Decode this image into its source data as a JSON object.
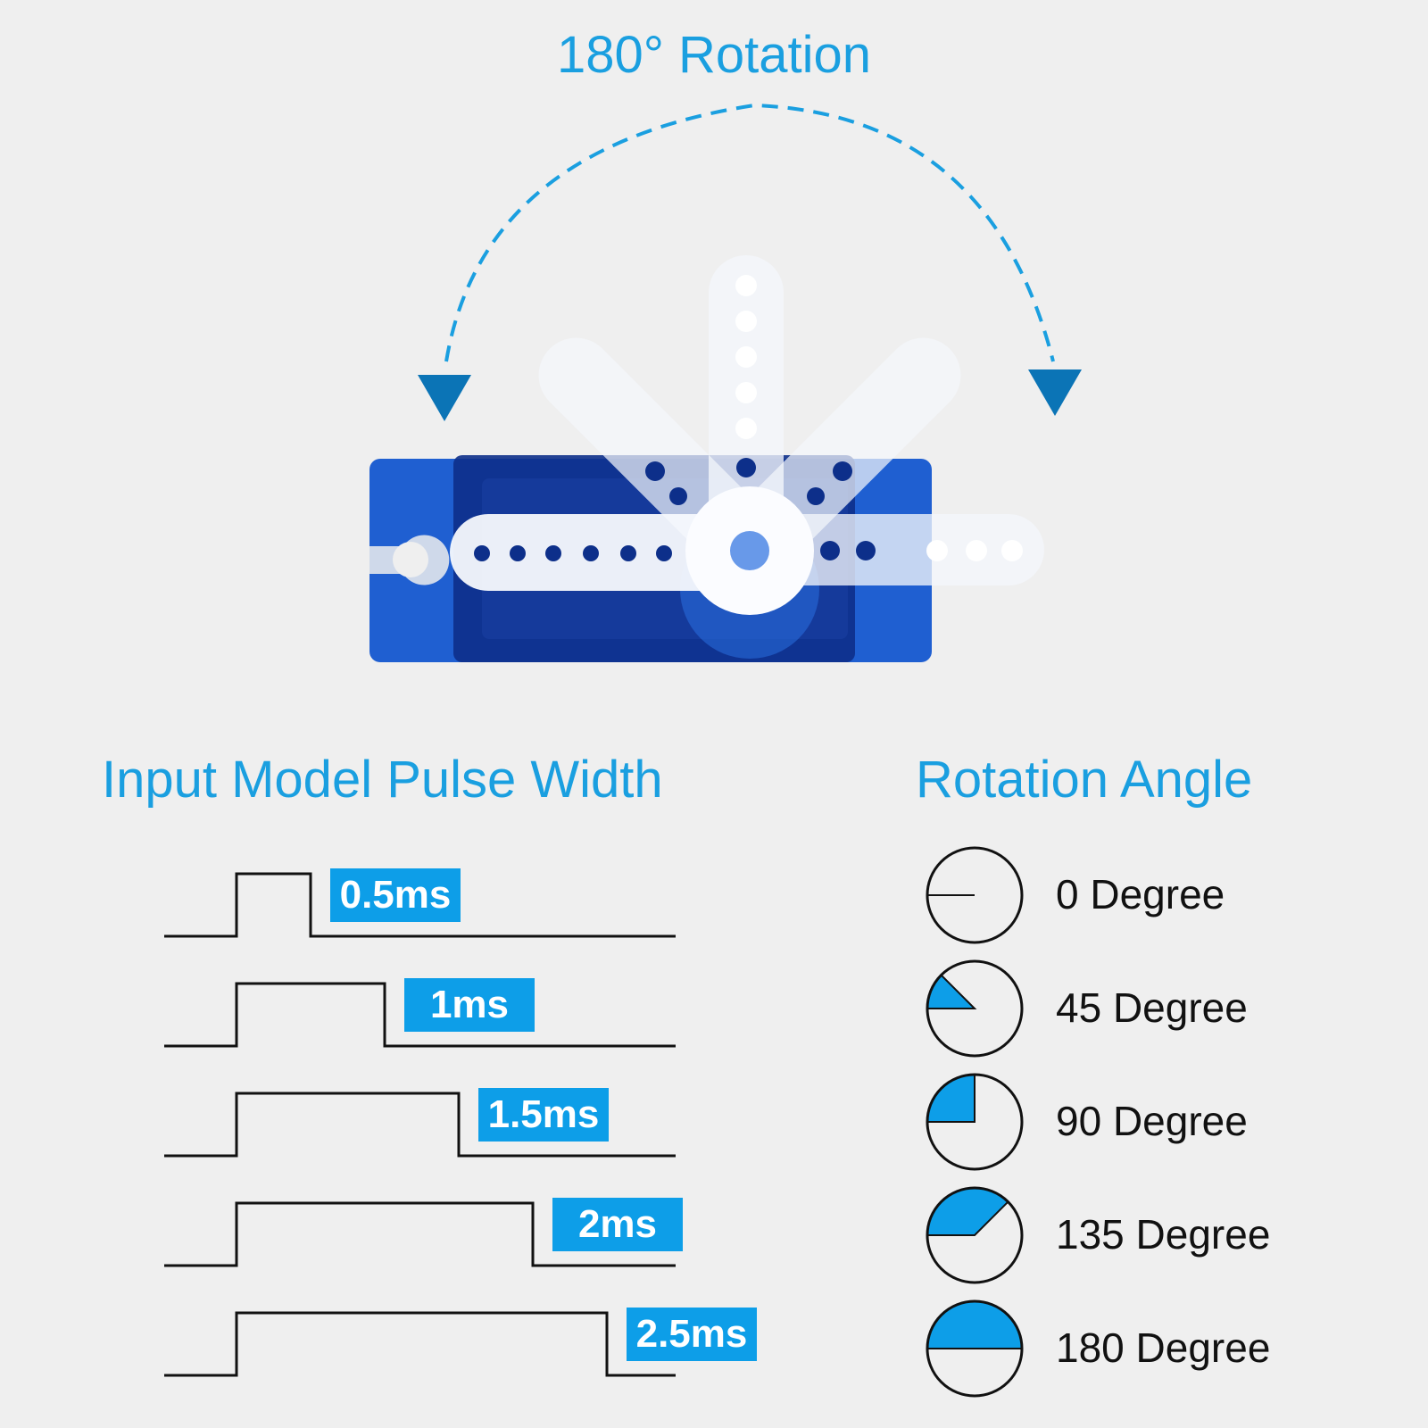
{
  "title": "180° Rotation",
  "pulse_section": {
    "title": "Input Model Pulse Width",
    "pulses": [
      {
        "label": "0.5ms",
        "width_ms": 0.5
      },
      {
        "label": "1ms",
        "width_ms": 1
      },
      {
        "label": "1.5ms",
        "width_ms": 1.5
      },
      {
        "label": "2ms",
        "width_ms": 2
      },
      {
        "label": "2.5ms",
        "width_ms": 2.5
      }
    ]
  },
  "angle_section": {
    "title": "Rotation Angle",
    "angles": [
      {
        "label": "0 Degree",
        "degrees": 0
      },
      {
        "label": "45 Degree",
        "degrees": 45
      },
      {
        "label": "90 Degree",
        "degrees": 90
      },
      {
        "label": "135 Degree",
        "degrees": 135
      },
      {
        "label": "180 Degree",
        "degrees": 180
      }
    ]
  },
  "colors": {
    "accent": "#1a9fe0",
    "label_bg": "#0d9ee8",
    "arrow_dark": "#0b74b6",
    "servo_blue": "#1f5fd1",
    "servo_dark": "#0d2f8a",
    "horn_white": "#f4f6fb"
  },
  "icons": [
    "rotation-arrow-icon",
    "servo-motor-icon",
    "pulse-waveform-icon",
    "angle-dial-icon"
  ]
}
